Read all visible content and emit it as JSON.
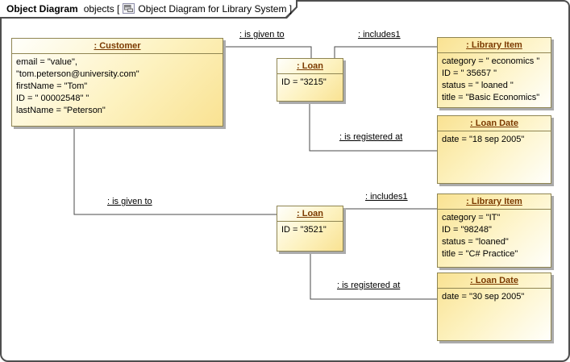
{
  "frame": {
    "tab": {
      "diagram_type": "Object Diagram",
      "context": "objects [",
      "diagram_name": "Object Diagram for Library System ]"
    }
  },
  "colors": {
    "box_fill_yellow": "#f9e292",
    "box_border": "#8f8552",
    "title_text": "#7b3a00",
    "connector": "#4a4a4a",
    "frame_border": "#4e4e4e"
  },
  "objects": {
    "customer": {
      "title": ": Customer",
      "attrs": [
        "email = \"value\",",
        "\"tom.peterson@university.com\"",
        "firstName = \"Tom\"",
        "ID = \" 00002548\" \"",
        "lastName = \"Peterson\""
      ]
    },
    "loan1": {
      "title": ": Loan",
      "attrs": [
        "ID = \"3215\""
      ]
    },
    "library_item1": {
      "title": ": Library Item",
      "attrs": [
        "category = \" economics \"",
        "ID = \" 35657 \"",
        "status = \" loaned \"",
        "title = \"Basic Economics\""
      ]
    },
    "loan_date1": {
      "title": ": Loan Date",
      "attrs": [
        "date = \"18 sep 2005\""
      ]
    },
    "loan2": {
      "title": ": Loan",
      "attrs": [
        "ID = \"3521\""
      ]
    },
    "library_item2": {
      "title": ": Library Item",
      "attrs": [
        "category = \"IT\"",
        "ID = \"98248\"",
        "status = \"loaned\"",
        "title = \"C# Practice\""
      ]
    },
    "loan_date2": {
      "title": ": Loan Date",
      "attrs": [
        "date = \"30 sep 2005\""
      ]
    }
  },
  "links": {
    "is_given_to_1": ": is given to",
    "includes1_top": ": includes1",
    "is_registered_at_1": ": is registered at",
    "is_given_to_2": ": is given to",
    "includes1_bottom": ": includes1",
    "is_registered_at_2": ": is registered at"
  }
}
